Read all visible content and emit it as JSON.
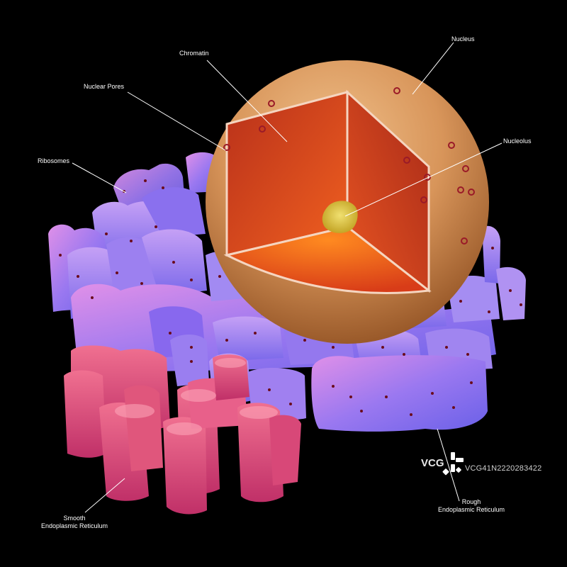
{
  "labels": {
    "chromatin": "Chromatin",
    "nucleus": "Nucleus",
    "nuclear_pores": "Nuclear Pores",
    "nucleolus": "Nucleolus",
    "ribosomes": "Ribosomes",
    "smooth_er_line1": "Smooth",
    "smooth_er_line2": "Endoplasmic Reticulum",
    "rough_er_line1": "Rough",
    "rough_er_line2": "Endoplasmic Reticulum"
  },
  "watermark": {
    "logo": "VCG",
    "id": "VCG41N2220283422"
  },
  "colors": {
    "background": "#000000",
    "nucleus_shell": "#d9955a",
    "nucleus_interior": "#e0401a",
    "nucleolus": "#d8c23a",
    "rough_er": "#8a6cf0",
    "smooth_er": "#e0507a",
    "ribosome": "#7a1020"
  }
}
